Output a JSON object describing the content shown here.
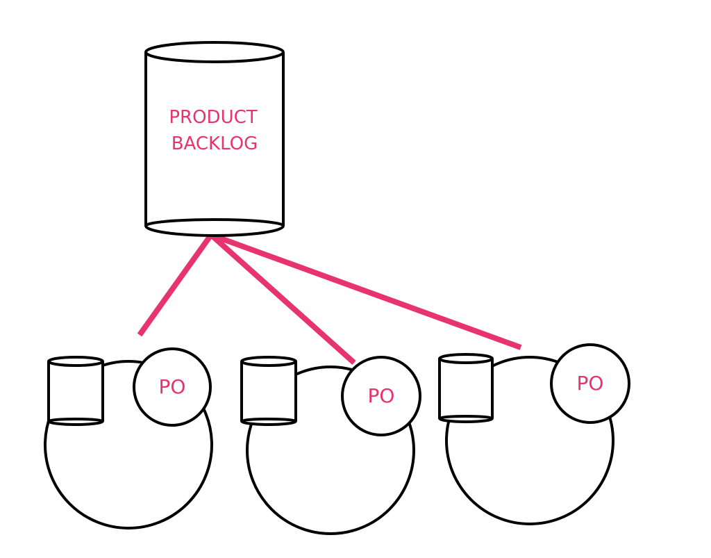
{
  "colors": {
    "accent": "#e8346e",
    "outline": "#000000",
    "background": "#ffffff"
  },
  "product_backlog": {
    "label_line1": "PRODUCT",
    "label_line2": "BACKLOG"
  },
  "teams": [
    {
      "owner_label": "PO"
    },
    {
      "owner_label": "PO"
    },
    {
      "owner_label": "PO"
    }
  ]
}
